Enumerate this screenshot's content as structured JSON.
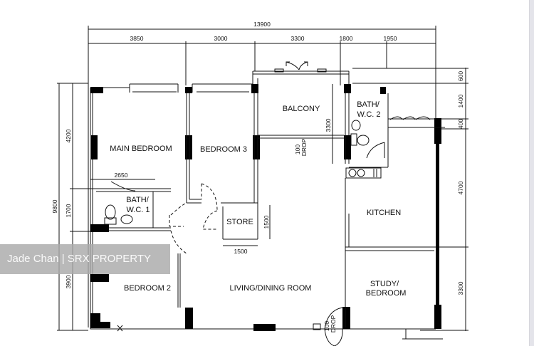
{
  "floor_plan": {
    "overall_width_mm": "13900",
    "top_dimensions": [
      "3850",
      "3000",
      "3300",
      "1800",
      "1950"
    ],
    "left_dimensions": [
      "4200",
      "1700",
      "3900"
    ],
    "left_overall": "9800",
    "right_dimensions": [
      "600",
      "1400",
      "400",
      "4700",
      "3300"
    ],
    "internal_dimensions": {
      "bath1_width": "2650",
      "balcony_depth": "3300",
      "store_width": "1500",
      "store_depth": "1500"
    },
    "rooms": {
      "main_bedroom": "MAIN BEDROOM",
      "bedroom_3": "BEDROOM 3",
      "balcony": "BALCONY",
      "bath_wc_2_line1": "BATH/",
      "bath_wc_2_line2": "W.C. 2",
      "bath_wc_1_line1": "BATH/",
      "bath_wc_1_line2": "W.C. 1",
      "store": "STORE",
      "kitchen": "KITCHEN",
      "bedroom_2": "BEDROOM 2",
      "living_dining": "LIVING/DINING ROOM",
      "study_line1": "STUDY/",
      "study_line2": "BEDROOM"
    },
    "drop_labels": {
      "balcony_drop_1": "100",
      "balcony_drop_2": "DROP",
      "entrance_drop_1": "100",
      "entrance_drop_2": "DROP"
    }
  },
  "watermark": "Jade Chan | SRX PROPERTY"
}
